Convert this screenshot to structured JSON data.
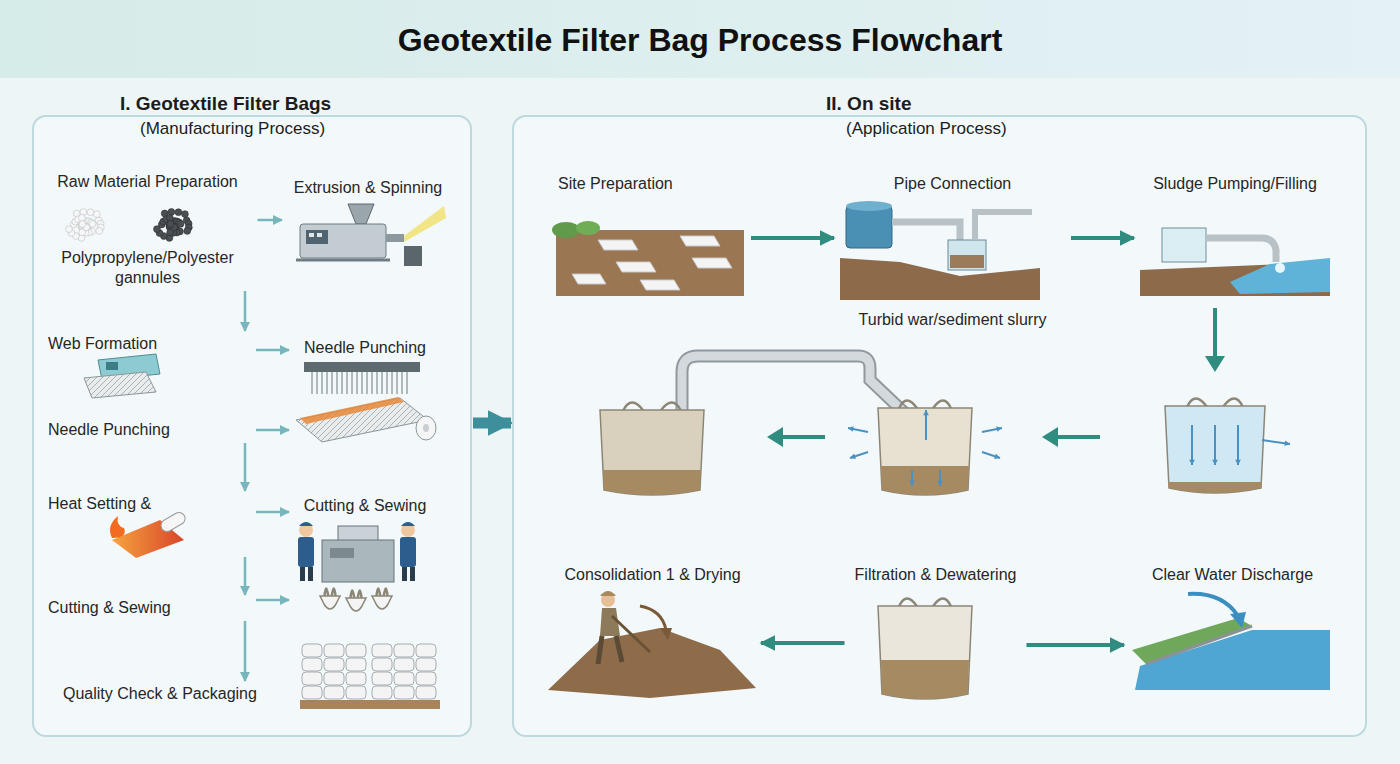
{
  "diagram": {
    "title": "Geotextile Filter Bag Process Flowchart",
    "nodes": [
      {
        "text": [
          "I. Geotextile Filter Bags",
          "(Manufacturing Process)"
        ]
      },
      {
        "text": [
          "Raw Material Preparation",
          "Polypropylene/Polyester gannules"
        ],
        "in": 0
      },
      {
        "text": [
          "Extrusion & Spinning"
        ],
        "in": 0
      },
      {
        "text": [
          "Web Formation"
        ],
        "in": 0
      },
      {
        "text": [
          "Needle Punching"
        ],
        "in": 0
      },
      {
        "text": [
          "Needle Punching"
        ],
        "in": 0
      },
      {
        "text": [
          "Heat Setting &"
        ],
        "in": 0
      },
      {
        "text": [
          "Cutting & Sewing"
        ],
        "in": 0
      },
      {
        "text": [
          "Cutting & Sewing"
        ],
        "in": 0
      },
      {
        "text": [
          "Quality Check & Packaging"
        ],
        "in": 0
      },
      {
        "text": [
          "II. On site",
          "(Application Process)"
        ]
      },
      {
        "text": [
          "Site Preparation"
        ],
        "in": 10
      },
      {
        "text": [
          "Pipe Connection",
          "Turbid war/sediment slurry"
        ],
        "in": 10
      },
      {
        "text": [
          "Sludge Pumping/Filling"
        ],
        "in": 10
      },
      {
        "text": [
          "Consolidation 1 & Drying"
        ],
        "in": 10
      },
      {
        "text": [
          "Filtration & Dewatering"
        ],
        "in": 10
      },
      {
        "text": [
          "Clear Water Discharge"
        ],
        "in": 10
      }
    ],
    "edges": [
      {
        "from": 1,
        "to": 2,
        "arrow": "to"
      },
      {
        "from": 1,
        "to": 3,
        "arrow": "to"
      },
      {
        "from": 3,
        "to": 4,
        "arrow": "to"
      },
      {
        "from": 5,
        "to": 4,
        "arrow": "to"
      },
      {
        "from": 5,
        "to": 6,
        "arrow": "to"
      },
      {
        "from": 6,
        "to": 7,
        "arrow": "to"
      },
      {
        "from": 6,
        "to": 8,
        "arrow": "to"
      },
      {
        "from": 8,
        "to": 7,
        "arrow": "to"
      },
      {
        "from": 8,
        "to": 9,
        "arrow": "to"
      },
      {
        "from": 0,
        "to": 10,
        "arrow": "to"
      },
      {
        "from": 11,
        "to": 12,
        "arrow": "to"
      },
      {
        "from": 12,
        "to": 13,
        "arrow": "to"
      },
      {
        "from": 15,
        "to": 14,
        "arrow": "to"
      },
      {
        "from": 15,
        "to": 16,
        "arrow": "to"
      }
    ]
  }
}
